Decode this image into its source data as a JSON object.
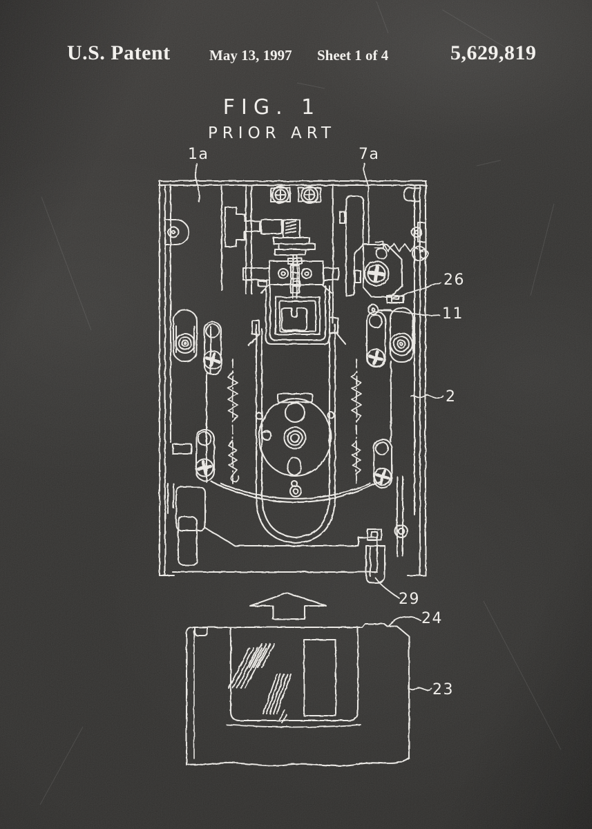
{
  "page": {
    "background": "#2c2b29",
    "chalk": "#f1efeb"
  },
  "header": {
    "title": "U.S. Patent",
    "date": "May 13, 1997",
    "sheet": "Sheet 1 of 4",
    "patent_number": "5,629,819"
  },
  "figure": {
    "label": "FIG. 1",
    "caption": "PRIOR ART"
  },
  "reference_numerals": {
    "frame": "1a",
    "carrier": "7a",
    "notch": "26",
    "roller": "11",
    "rail": "2",
    "eject_latch": "29",
    "shutter": "24",
    "diskette": "23"
  }
}
